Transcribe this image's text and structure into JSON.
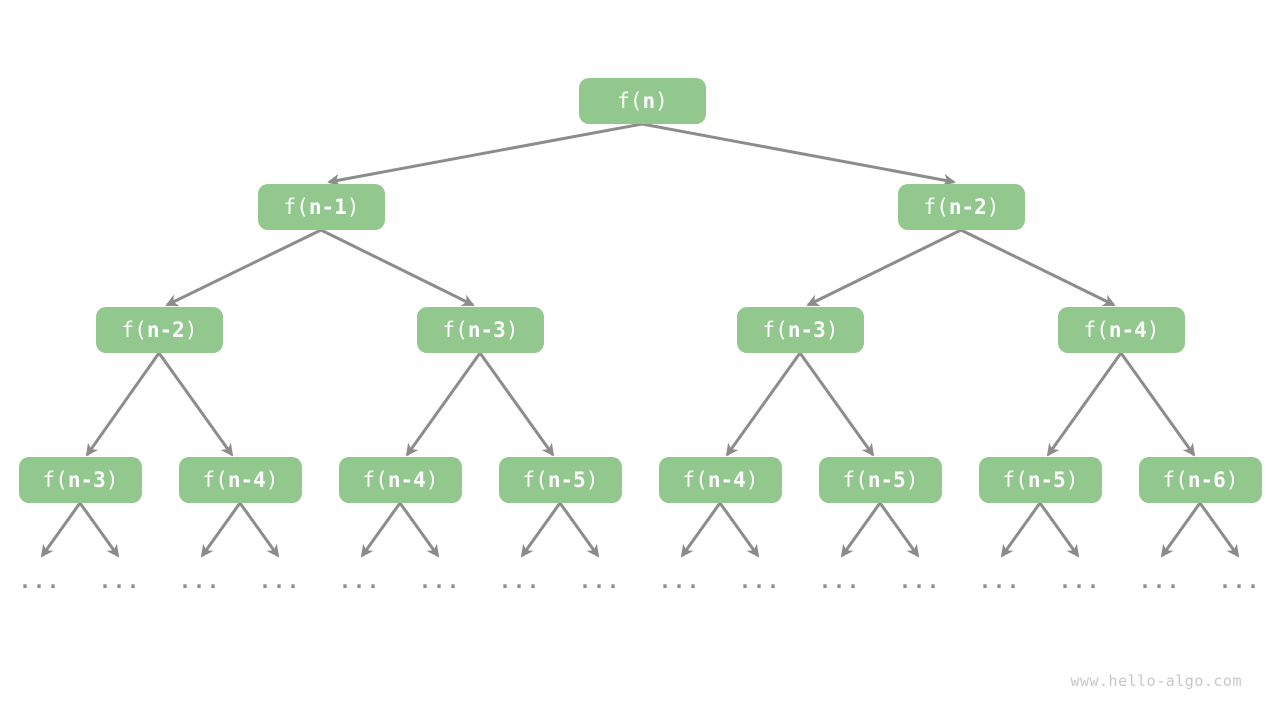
{
  "colors": {
    "node_fill": "#92c78e",
    "node_text": "#ffffff",
    "arrow": "#8c8c8c",
    "ellipsis": "#8c8c8c",
    "watermark": "#c7c7c7"
  },
  "levels": [
    [
      {
        "prefix": "f(",
        "arg": "n",
        "suffix": ")"
      }
    ],
    [
      {
        "prefix": "f(",
        "arg": "n-1",
        "suffix": ")"
      },
      {
        "prefix": "f(",
        "arg": "n-2",
        "suffix": ")"
      }
    ],
    [
      {
        "prefix": "f(",
        "arg": "n-2",
        "suffix": ")"
      },
      {
        "prefix": "f(",
        "arg": "n-3",
        "suffix": ")"
      },
      {
        "prefix": "f(",
        "arg": "n-3",
        "suffix": ")"
      },
      {
        "prefix": "f(",
        "arg": "n-4",
        "suffix": ")"
      }
    ],
    [
      {
        "prefix": "f(",
        "arg": "n-3",
        "suffix": ")"
      },
      {
        "prefix": "f(",
        "arg": "n-4",
        "suffix": ")"
      },
      {
        "prefix": "f(",
        "arg": "n-4",
        "suffix": ")"
      },
      {
        "prefix": "f(",
        "arg": "n-5",
        "suffix": ")"
      },
      {
        "prefix": "f(",
        "arg": "n-4",
        "suffix": ")"
      },
      {
        "prefix": "f(",
        "arg": "n-5",
        "suffix": ")"
      },
      {
        "prefix": "f(",
        "arg": "n-5",
        "suffix": ")"
      },
      {
        "prefix": "f(",
        "arg": "n-6",
        "suffix": ")"
      }
    ]
  ],
  "leaves": {
    "label": "..."
  },
  "watermark": {
    "text": "www.hello-algo.com"
  }
}
